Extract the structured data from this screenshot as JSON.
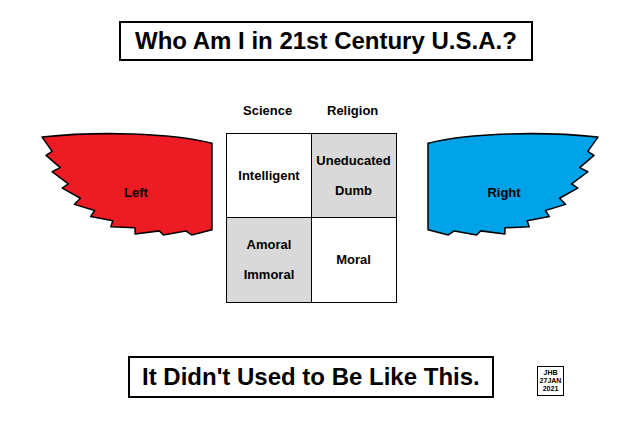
{
  "diagram": {
    "title": "Who Am I in 21st Century U.S.A.?",
    "caption": "It Didn't Used to Be Like This.",
    "nodes": [
      {
        "text": [
          "Left"
        ]
      },
      {
        "text": [
          "Intelligent"
        ]
      },
      {
        "text": [
          "Uneducated Dumb"
        ]
      },
      {
        "text": [
          "Amoral Immoral"
        ]
      },
      {
        "text": [
          "Moral"
        ]
      },
      {
        "text": [
          "Right"
        ]
      },
      {
        "text": [
          "JHB 27JAN 2021"
        ]
      }
    ],
    "labels": [
      "Science",
      "Religion"
    ]
  }
}
